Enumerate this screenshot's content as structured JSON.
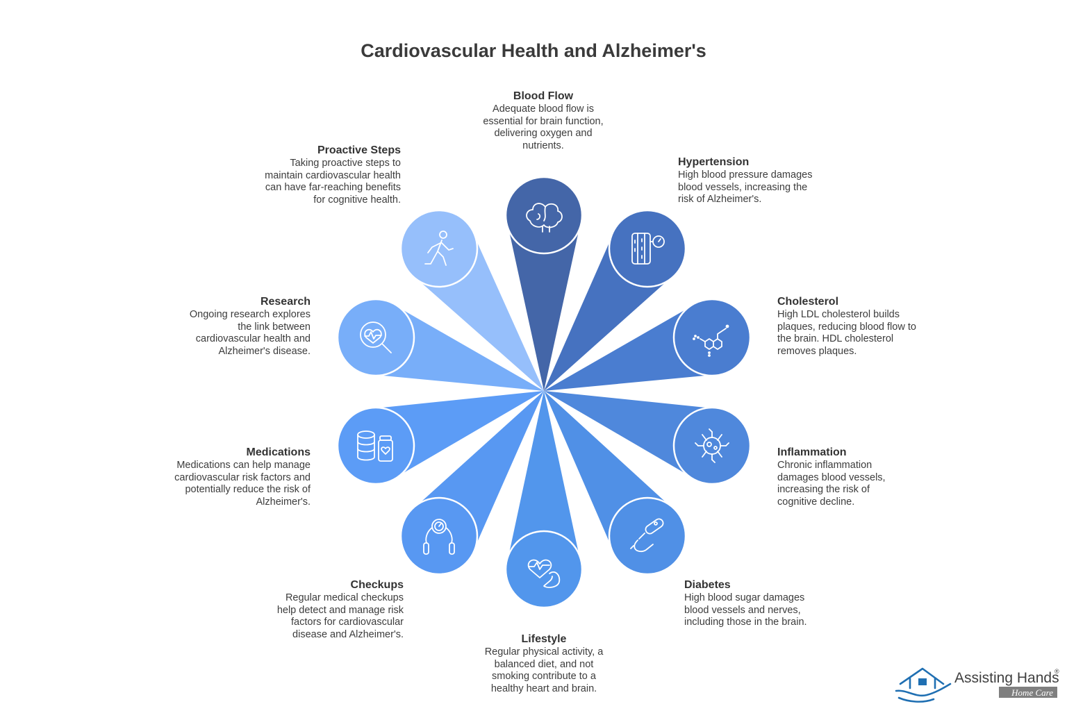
{
  "title": "Cardiovascular Health and Alzheimer's",
  "items": [
    {
      "heading": "Blood Flow",
      "text": "Adequate blood flow is essential for brain function, delivering oxygen and nutrients.",
      "icon": "brain-icon",
      "color": "#4466a8"
    },
    {
      "heading": "Hypertension",
      "text": "High blood pressure damages blood vessels, increasing the risk of Alzheimer's.",
      "icon": "blood-pressure-icon",
      "color": "#4672c0"
    },
    {
      "heading": "Cholesterol",
      "text": "High LDL cholesterol builds plaques, reducing blood flow to the brain. HDL cholesterol removes plaques.",
      "icon": "molecule-icon",
      "color": "#4a7dd0"
    },
    {
      "heading": "Inflammation",
      "text": "Chronic inflammation damages blood vessels, increasing the risk of cognitive decline.",
      "icon": "virus-icon",
      "color": "#4f88dc"
    },
    {
      "heading": "Diabetes",
      "text": "High blood sugar damages blood vessels and nerves, including those in the brain.",
      "icon": "glucose-meter-icon",
      "color": "#5090e6"
    },
    {
      "heading": "Lifestyle",
      "text": "Regular physical activity, a balanced diet, and not smoking contribute to a healthy heart and brain.",
      "icon": "heart-muscle-icon",
      "color": "#5296ec"
    },
    {
      "heading": "Checkups",
      "text": "Regular medical checkups help detect and manage risk factors for cardiovascular disease and Alzheimer's.",
      "icon": "jump-rope-icon",
      "color": "#5898f2"
    },
    {
      "heading": "Medications",
      "text": "Medications can help manage cardiovascular risk factors and potentially reduce the risk of Alzheimer's.",
      "icon": "pill-bottle-icon",
      "color": "#5c9cf6"
    },
    {
      "heading": "Research",
      "text": "Ongoing research explores the link between cardiovascular health and Alzheimer's disease.",
      "icon": "heart-search-icon",
      "color": "#78aef9"
    },
    {
      "heading": "Proactive Steps",
      "text": "Taking proactive steps to maintain cardiovascular health can have far-reaching benefits for cognitive health.",
      "icon": "walking-person-icon",
      "color": "#96bffb"
    }
  ],
  "brand": {
    "name": "Assisting Hands",
    "mark": "®",
    "sub": "Home Care",
    "color": "#1f6fb2"
  }
}
